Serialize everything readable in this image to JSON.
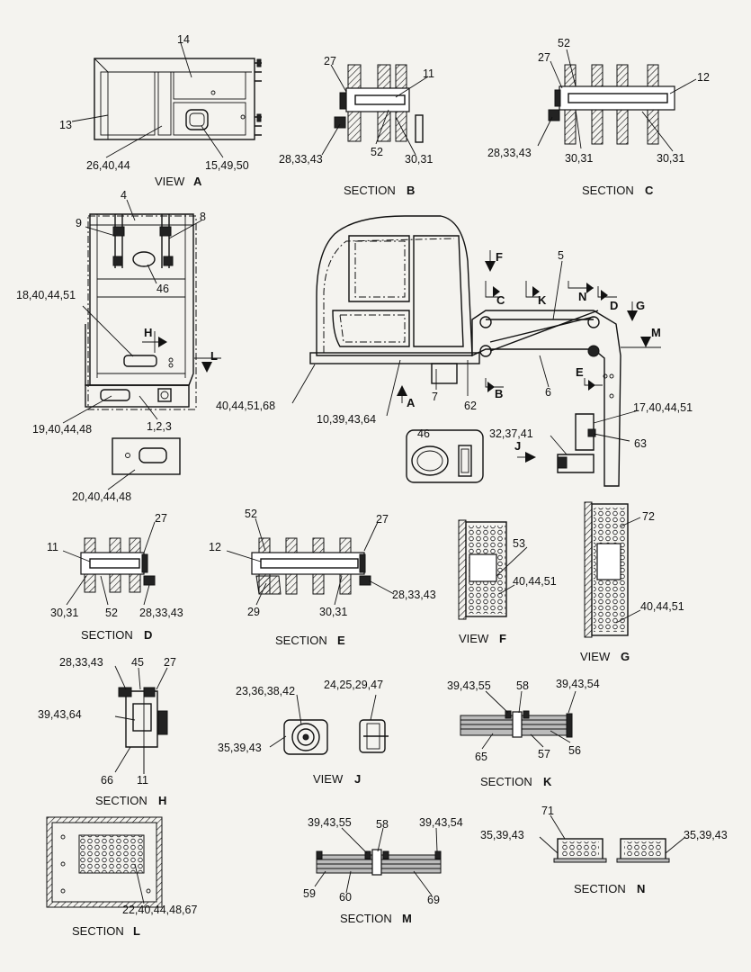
{
  "views": {
    "view_a": {
      "caption": "VIEW",
      "letter": "A",
      "callouts": [
        "14",
        "13",
        "26,40,44",
        "15,49,50"
      ]
    },
    "section_b": {
      "caption": "SECTION",
      "letter": "B",
      "callouts": [
        "27",
        "11",
        "28,33,43",
        "52",
        "30,31"
      ]
    },
    "section_c": {
      "caption": "SECTION",
      "letter": "C",
      "callouts": [
        "52",
        "27",
        "12",
        "28,33,43",
        "30,31",
        "30,31"
      ]
    },
    "frame": {
      "callouts": [
        "4",
        "9",
        "8",
        "46",
        "18,40,44,51",
        "19,40,44,48",
        "1,2,3",
        "20,40,44,48"
      ],
      "markers": [
        "H",
        "L"
      ]
    },
    "machine": {
      "callouts": [
        "5",
        "6",
        "7",
        "62",
        "40,44,51,68",
        "10,39,43,64",
        "17,40,44,51",
        "63",
        "32,37,41",
        "46"
      ],
      "markers": [
        "F",
        "C",
        "K",
        "N",
        "D",
        "G",
        "M",
        "E",
        "B",
        "A",
        "J"
      ]
    },
    "section_d": {
      "caption": "SECTION",
      "letter": "D",
      "callouts": [
        "27",
        "11",
        "30,31",
        "52",
        "28,33,43"
      ]
    },
    "section_e": {
      "caption": "SECTION",
      "letter": "E",
      "callouts": [
        "52",
        "27",
        "12",
        "29",
        "30,31",
        "28,33,43"
      ]
    },
    "view_f": {
      "caption": "VIEW",
      "letter": "F",
      "callouts": [
        "53",
        "40,44,51"
      ]
    },
    "view_g": {
      "caption": "VIEW",
      "letter": "G",
      "callouts": [
        "72",
        "40,44,51"
      ]
    },
    "section_h": {
      "caption": "SECTION",
      "letter": "H",
      "callouts": [
        "28,33,43",
        "45",
        "27",
        "39,43,64",
        "66",
        "11"
      ]
    },
    "view_j": {
      "caption": "VIEW",
      "letter": "J",
      "callouts": [
        "23,36,38,42",
        "24,25,29,47",
        "35,39,43"
      ]
    },
    "section_k": {
      "caption": "SECTION",
      "letter": "K",
      "callouts": [
        "39,43,55",
        "58",
        "39,43,54",
        "65",
        "57",
        "56"
      ]
    },
    "section_l": {
      "caption": "SECTION",
      "letter": "L",
      "callouts": [
        "22,40,44,48,67"
      ]
    },
    "section_m": {
      "caption": "SECTION",
      "letter": "M",
      "callouts": [
        "39,43,55",
        "58",
        "39,43,54",
        "59",
        "60",
        "69"
      ]
    },
    "section_n": {
      "caption": "SECTION",
      "letter": "N",
      "callouts": [
        "71",
        "35,39,43",
        "35,39,43"
      ]
    }
  }
}
